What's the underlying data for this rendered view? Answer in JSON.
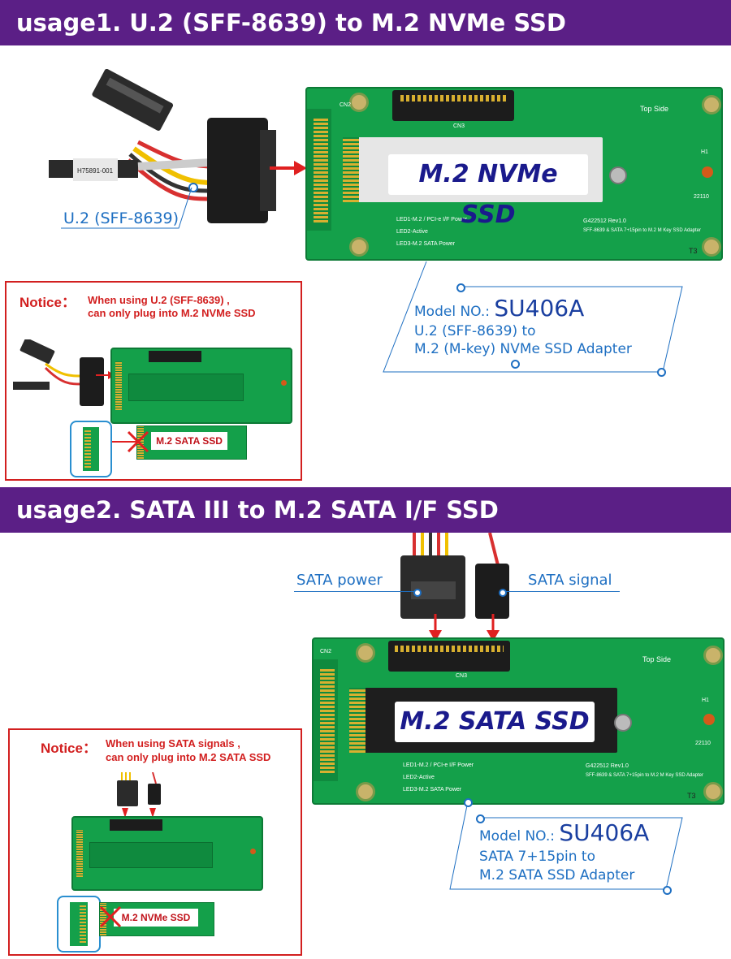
{
  "usage1": {
    "banner": "usage1. U.2 (SFF-8639) to M.2 NVMe SSD",
    "connector_label": "U.2 (SFF-8639)",
    "ssd_label": "M.2 NVMe SSD",
    "board": {
      "top_side": "Top Side",
      "led1": "LED1-M.2 / PCI-e I/F Power",
      "led2": "LED2-Active",
      "led3": "LED3-M.2 SATA Power",
      "rev": "G422512 Rev1.0",
      "desc": "SFF-8639 & SATA 7+15pin to M.2 M Key SSD Adapter",
      "cn2": "CN2",
      "cn3": "CN3",
      "h1": "H1",
      "size": "22110",
      "t3": "T3"
    },
    "model": {
      "prefix": "Model NO.:",
      "number": "SU406A",
      "line1": "U.2 (SFF-8639) to",
      "line2": "M.2 (M-key) NVMe SSD Adapter"
    },
    "notice": {
      "title": "Notice",
      "colon": "：",
      "line1": "When using U.2 (SFF-8639) ,",
      "line2": "can only plug into M.2 NVMe SSD",
      "wrong_ssd": "M.2 SATA SSD"
    }
  },
  "usage2": {
    "banner": "usage2. SATA III to M.2 SATA I/F SSD",
    "power_label": "SATA power",
    "signal_label": "SATA signal",
    "ssd_label": "M.2 SATA SSD",
    "board": {
      "top_side": "Top Side",
      "led1": "LED1-M.2 / PCI-e I/F Power",
      "led2": "LED2-Active",
      "led3": "LED3-M.2 SATA Power",
      "rev": "G422512 Rev1.0",
      "desc": "SFF-8639 & SATA 7+15pin to M.2 M Key SSD Adapter",
      "cn2": "CN2",
      "cn3": "CN3",
      "h1": "H1",
      "size": "22110",
      "t3": "T3"
    },
    "model": {
      "prefix": "Model NO.:",
      "number": "SU406A",
      "line1": "SATA 7+15pin to",
      "line2": "M.2 SATA SSD Adapter"
    },
    "notice": {
      "title": "Notice",
      "colon": "：",
      "line1": "When using SATA signals ,",
      "line2": "can only plug into M.2 SATA SSD",
      "wrong_ssd": "M.2 NVMe SSD"
    }
  },
  "colors": {
    "banner": "#5b1f86",
    "pcb": "#14a04a",
    "accent_blue": "#1e6fc2",
    "notice_red": "#d21f1f"
  }
}
